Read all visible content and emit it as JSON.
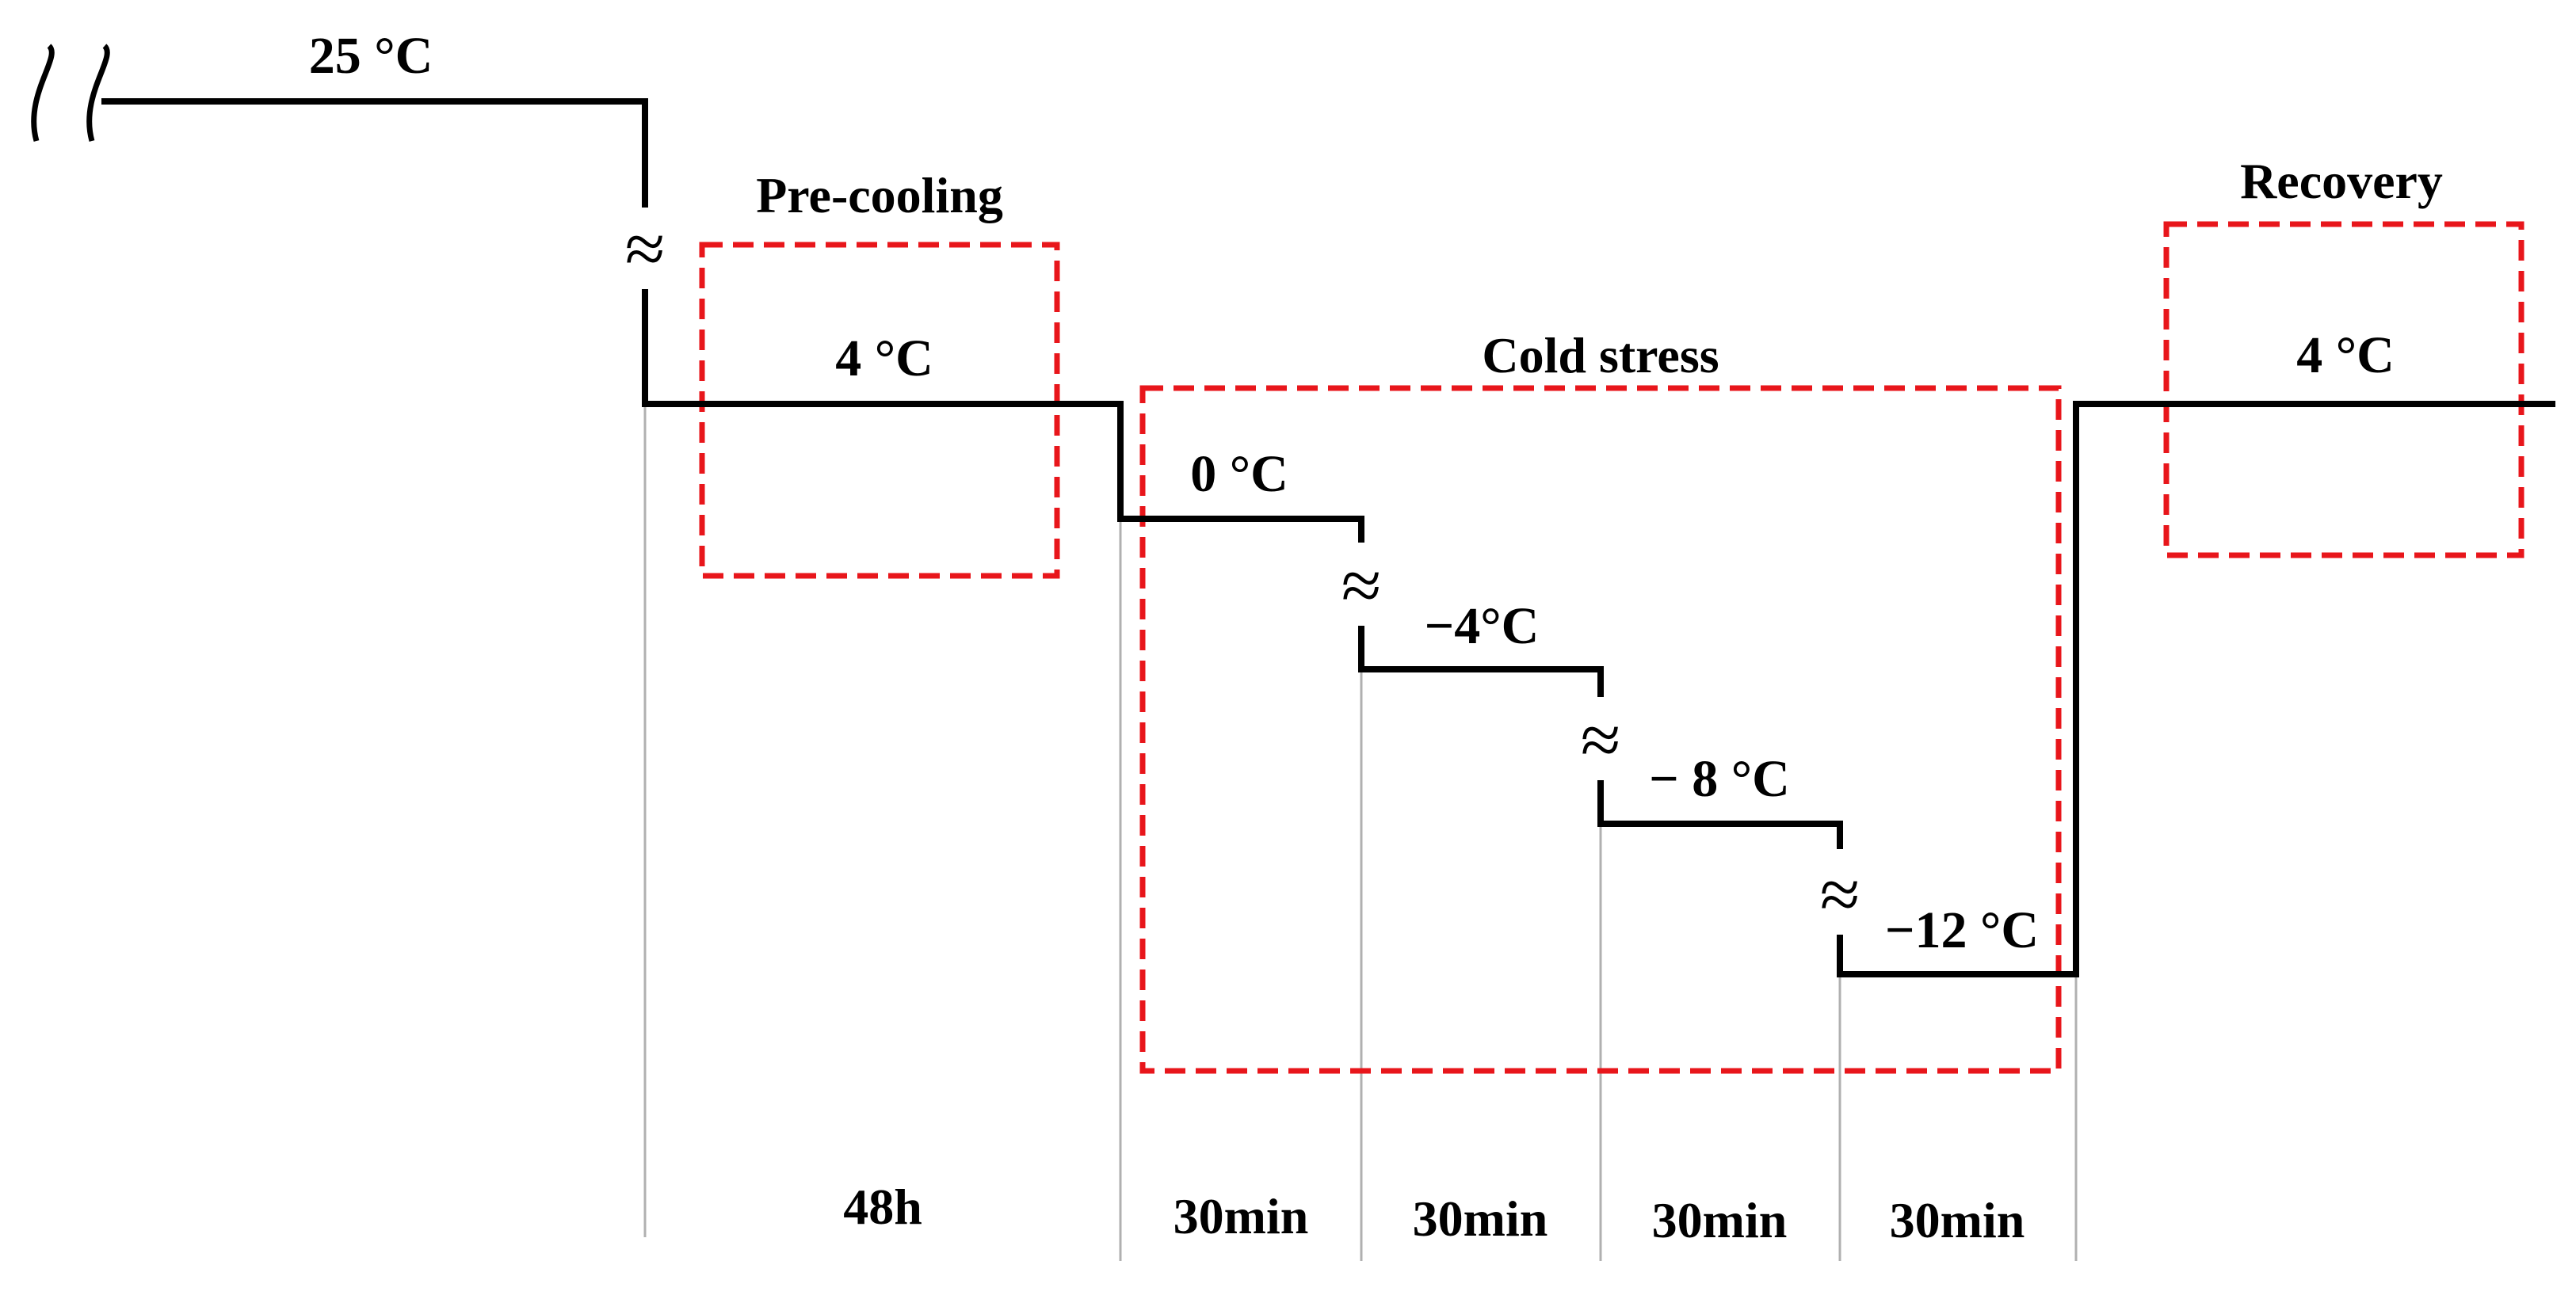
{
  "temperatures": {
    "ambient": "25 °C",
    "precool": "4 °C",
    "step1": "0 °C",
    "step2": "−4°C",
    "step3": "− 8 °C",
    "step4": "−12 °C",
    "recovery": "4 °C"
  },
  "phases": {
    "precooling": "Pre-cooling",
    "cold_stress": "Cold stress",
    "recovery": "Recovery"
  },
  "durations": [
    "48h",
    "30min",
    "30min",
    "30min",
    "30min"
  ],
  "colors": {
    "profile_line": "#000000",
    "phase_box": "#e8161b",
    "guide_line": "#b0b0b0"
  }
}
